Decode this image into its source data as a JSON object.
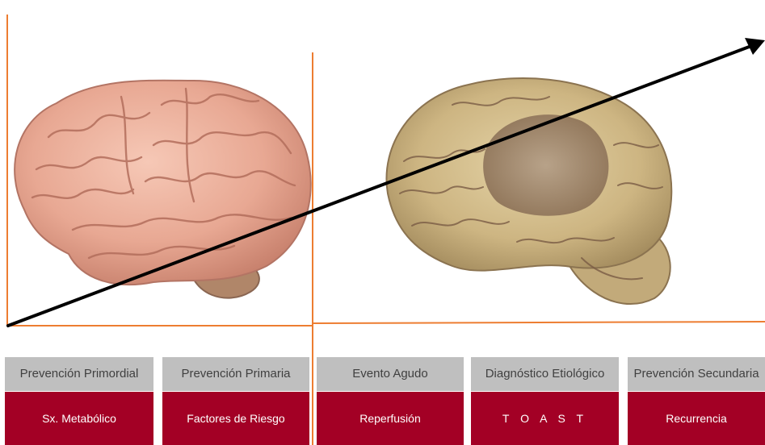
{
  "stages": [
    {
      "header": "Prevención Primordial",
      "label": "Sx. Metabólico"
    },
    {
      "header": "Prevención Primaria",
      "label": "Factores de Riesgo"
    },
    {
      "header": "Evento Agudo",
      "label": "Reperfusión"
    },
    {
      "header": "Diagnóstico Etiológico",
      "label": "T O A S T"
    },
    {
      "header": "Prevención Secundaria",
      "label": "Recurrencia"
    }
  ],
  "colors": {
    "header_bg": "#bfbfbf",
    "label_bg": "#a30025",
    "axis_lines": "#ed7d31",
    "arrow": "#000000"
  },
  "images": [
    {
      "icon": "healthy-brain-icon"
    },
    {
      "icon": "damaged-brain-icon"
    }
  ]
}
